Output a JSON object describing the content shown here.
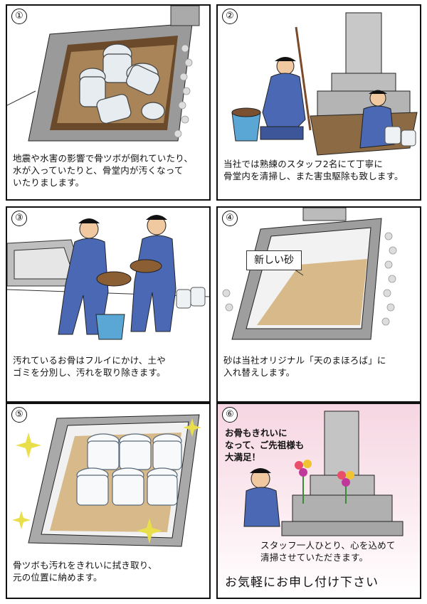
{
  "panels": [
    {
      "number": "①",
      "caption": "地震や水害の影響で骨ツボが倒れていたり、\n水が入っていたりと、骨堂内が汚くなって\nいたりまします。"
    },
    {
      "number": "②",
      "caption": "当社では熟練のスタッフ2名にて丁寧に\n骨堂内を清掃し、また害虫駆除も致します。"
    },
    {
      "number": "③",
      "caption": "汚れているお骨はフルイにかけ、土や\nゴミを分別し、汚れを取り除きます。"
    },
    {
      "number": "④",
      "caption": "砂は当社オリジナル「天のまほろば」に\n入れ替えします。",
      "bubble": "新しい砂"
    },
    {
      "number": "⑤",
      "caption": "骨ツボも汚れをきれいに拭き取り、\n元の位置に納めます。"
    },
    {
      "number": "⑥",
      "caption": "スタッフ一人ひとり、心を込めて\n清掃させていただきます。",
      "speech": "お骨もきれいに\nなって、ご先祖様も\n大満足！",
      "closing": "お気軽にお申し付け下さい"
    }
  ],
  "colors": {
    "border": "#111111",
    "uniform": "#4a68b3",
    "stone": "#b9b9b9",
    "sand": "#d7b98a",
    "bucket": "#5aa7d6",
    "pink": "#f6d6e2",
    "sparkle": "#e9df4a"
  }
}
